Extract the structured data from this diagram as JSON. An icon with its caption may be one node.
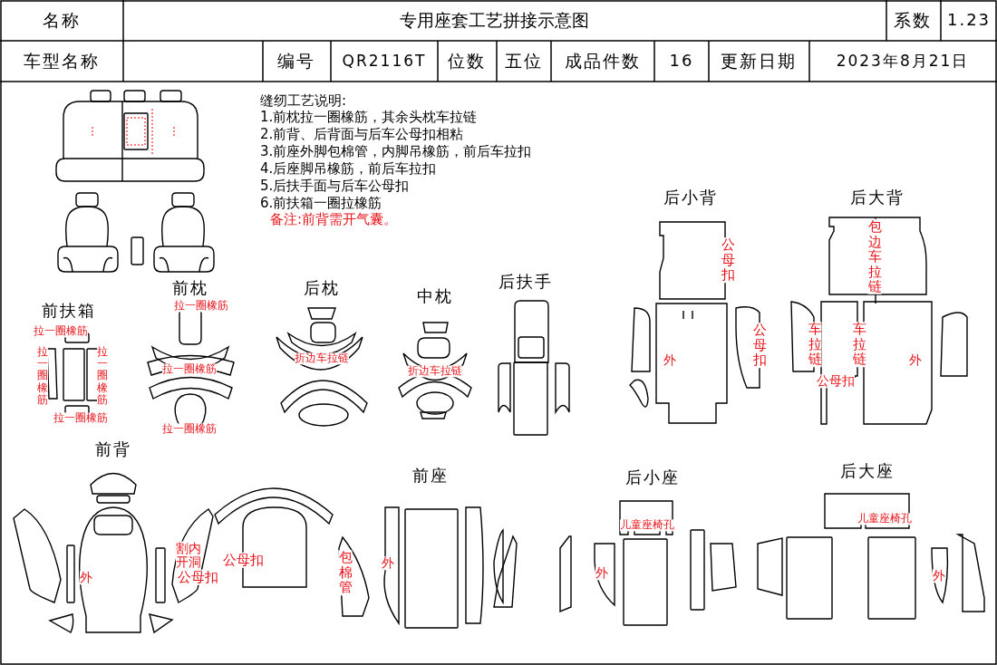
{
  "diagram": {
    "title": "专用座套工艺拼接示意图",
    "labels": [
      "名称",
      "系数",
      "1.23",
      "车型名称",
      "编号",
      "QR2116T",
      "位数",
      "五位",
      "成品件数",
      "16",
      "更新日期",
      "2023年8月21日",
      "缝纫工艺说明:",
      "1.前枕拉一圈橡筋，其余头枕车拉链",
      "2.前背、后背面与后车公母扣相粘",
      "3.前座外脚包棉管，内脚吊橡筋，前后车拉扣",
      "4.后座脚吊橡筋，前后车拉扣",
      "5.后扶手面与后车公母扣",
      "6.前扶箱一圈拉橡筋",
      "备注:前背需开气囊。",
      "后小背",
      "后大背",
      "公母扣",
      "包边车拉链",
      "前扶箱",
      "前枕",
      "拉一圈橡筋",
      "后枕",
      "中枕",
      "后扶手",
      "公母扣",
      "车拉链",
      "车拉链",
      "拉一圈橡筋",
      "拉一圈橡筋",
      "拉一圈橡筋",
      "外",
      "外",
      "拉一圈橡筋",
      "折边车拉链",
      "折边车拉链",
      "公母扣",
      "拉一圈橡筋",
      "拉一圈橡筋",
      "前背",
      "前座",
      "后小座",
      "后大座",
      "儿童座椅孔",
      "儿童座椅孔",
      "割内开洞",
      "公母扣",
      "包棉管",
      "外",
      "外",
      "公母扣",
      "外",
      "外"
    ]
  }
}
